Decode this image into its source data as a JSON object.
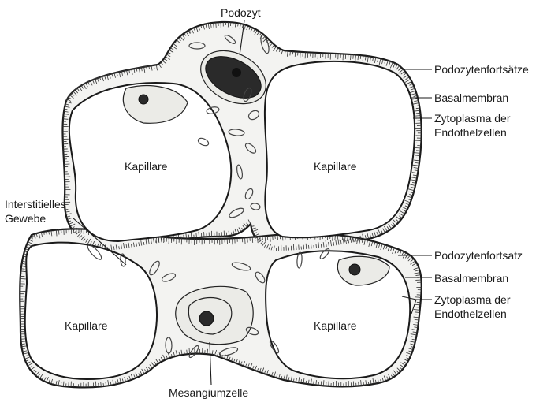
{
  "labels": {
    "podozyt": "Podozyt",
    "podozytenfortsaetze_top": "Podozytenfortsätze",
    "basalmembran_top": "Basalmembran",
    "zytoplasma_top_1": "Zytoplasma der",
    "zytoplasma_top_2": "Endothelzellen",
    "kapillare_tl": "Kapillare",
    "kapillare_tr": "Kapillare",
    "interstitielles_1": "Interstitielles",
    "interstitielles_2": "Gewebe",
    "podozytenfortsatz_bottom": "Podozytenfortsatz",
    "basalmembran_bottom": "Basalmembran",
    "zytoplasma_bottom_1": "Zytoplasma der",
    "zytoplasma_bottom_2": "Endothelzellen",
    "kapillare_bl": "Kapillare",
    "kapillare_br": "Kapillare",
    "mesangiumzelle": "Mesangiumzelle"
  }
}
